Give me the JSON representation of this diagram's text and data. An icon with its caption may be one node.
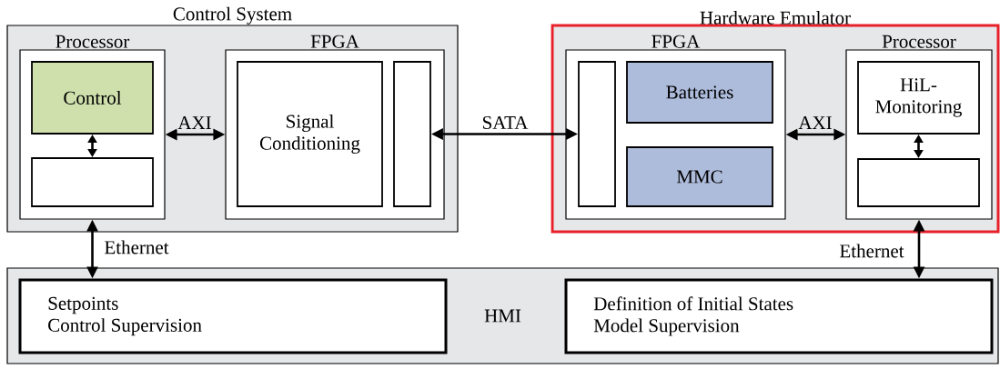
{
  "diagram": {
    "nodes": [
      {
        "text": [
          "Control System"
        ]
      },
      {
        "text": [
          "Processor"
        ],
        "in": 0
      },
      {
        "text": [
          "Control"
        ],
        "in": 1
      },
      {
        "text": [],
        "shape": "box",
        "in": 1
      },
      {
        "text": [
          "FPGA"
        ],
        "in": 0
      },
      {
        "text": [
          "Signal Conditioning"
        ],
        "in": 4
      },
      {
        "text": [],
        "shape": "box",
        "in": 4
      },
      {
        "text": [
          "Hardware Emulator"
        ]
      },
      {
        "text": [
          "FPGA"
        ],
        "in": 7
      },
      {
        "text": [],
        "shape": "box",
        "in": 8
      },
      {
        "text": [
          "Batteries"
        ],
        "in": 8
      },
      {
        "text": [
          "MMC"
        ],
        "in": 8
      },
      {
        "text": [
          "Processor"
        ],
        "in": 7
      },
      {
        "text": [
          "HiL-Monitoring"
        ],
        "in": 12
      },
      {
        "text": [],
        "shape": "box",
        "in": 12
      },
      {
        "text": [
          "HMI"
        ]
      },
      {
        "text": [
          "Setpoints",
          "Control Supervision"
        ],
        "in": 15
      },
      {
        "text": [
          "Definition of Initial States",
          "Model Supervision"
        ],
        "in": 15
      }
    ],
    "edges": [
      {
        "from": 2,
        "to": 3,
        "arrow": "both"
      },
      {
        "from": 1,
        "to": 4,
        "arrow": "both",
        "label": "AXI"
      },
      {
        "from": 6,
        "to": 9,
        "arrow": "both",
        "label": "SATA"
      },
      {
        "from": 8,
        "to": 12,
        "arrow": "both",
        "label": "AXI"
      },
      {
        "from": 13,
        "to": 14,
        "arrow": "both"
      },
      {
        "from": 1,
        "to": 16,
        "arrow": "both",
        "label": "Ethernet"
      },
      {
        "from": 12,
        "to": 17,
        "arrow": "both",
        "label": "Ethernet"
      }
    ]
  }
}
